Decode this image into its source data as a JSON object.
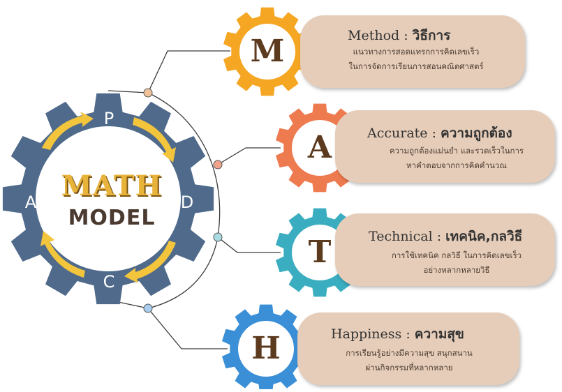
{
  "center": {
    "title_top": "MATH",
    "title_bottom": "MODEL",
    "cycle_letters": [
      "P",
      "D",
      "C",
      "A"
    ]
  },
  "items": [
    {
      "letter": "M",
      "title_en": "Method",
      "title_th": "วิธีการ",
      "desc": [
        "แนวทางการสอดแทรกการคิดเลขเร็ว",
        "ในการจัดการเรียนการสอนคณิตศาสตร์"
      ],
      "color": "#f5a623"
    },
    {
      "letter": "A",
      "title_en": "Accurate",
      "title_th": "ความถูกต้อง",
      "desc": [
        "ความถูกต้องแม่นยำ และรวดเร็วในการ",
        "หาคำตอบจากการคิดคำนวณ"
      ],
      "color": "#ee7a4f"
    },
    {
      "letter": "T",
      "title_en": "Technical",
      "title_th": "เทคนิค,กลวิธี",
      "desc": [
        "การใช้เทคนิค กลวิธี ในการคิดเลขเร็ว",
        "อย่างหลากหลายวิธี"
      ],
      "color": "#3aaec0"
    },
    {
      "letter": "H",
      "title_en": "Happiness",
      "title_th": "ความสุข",
      "desc": [
        "การเรียนรู้อย่างมีความสุข สนุกสนาน",
        "ผ่านกิจกรรมที่หลากหลาย"
      ],
      "color": "#3b8fd6"
    }
  ],
  "colors": {
    "main_gear": "#4f6a8a",
    "arrow": "#f3c53d",
    "pill": "#e6cdb9",
    "dot_colors": [
      "#f0c29a",
      "#f1a48a",
      "#a9dbe0",
      "#a9cdee"
    ]
  }
}
